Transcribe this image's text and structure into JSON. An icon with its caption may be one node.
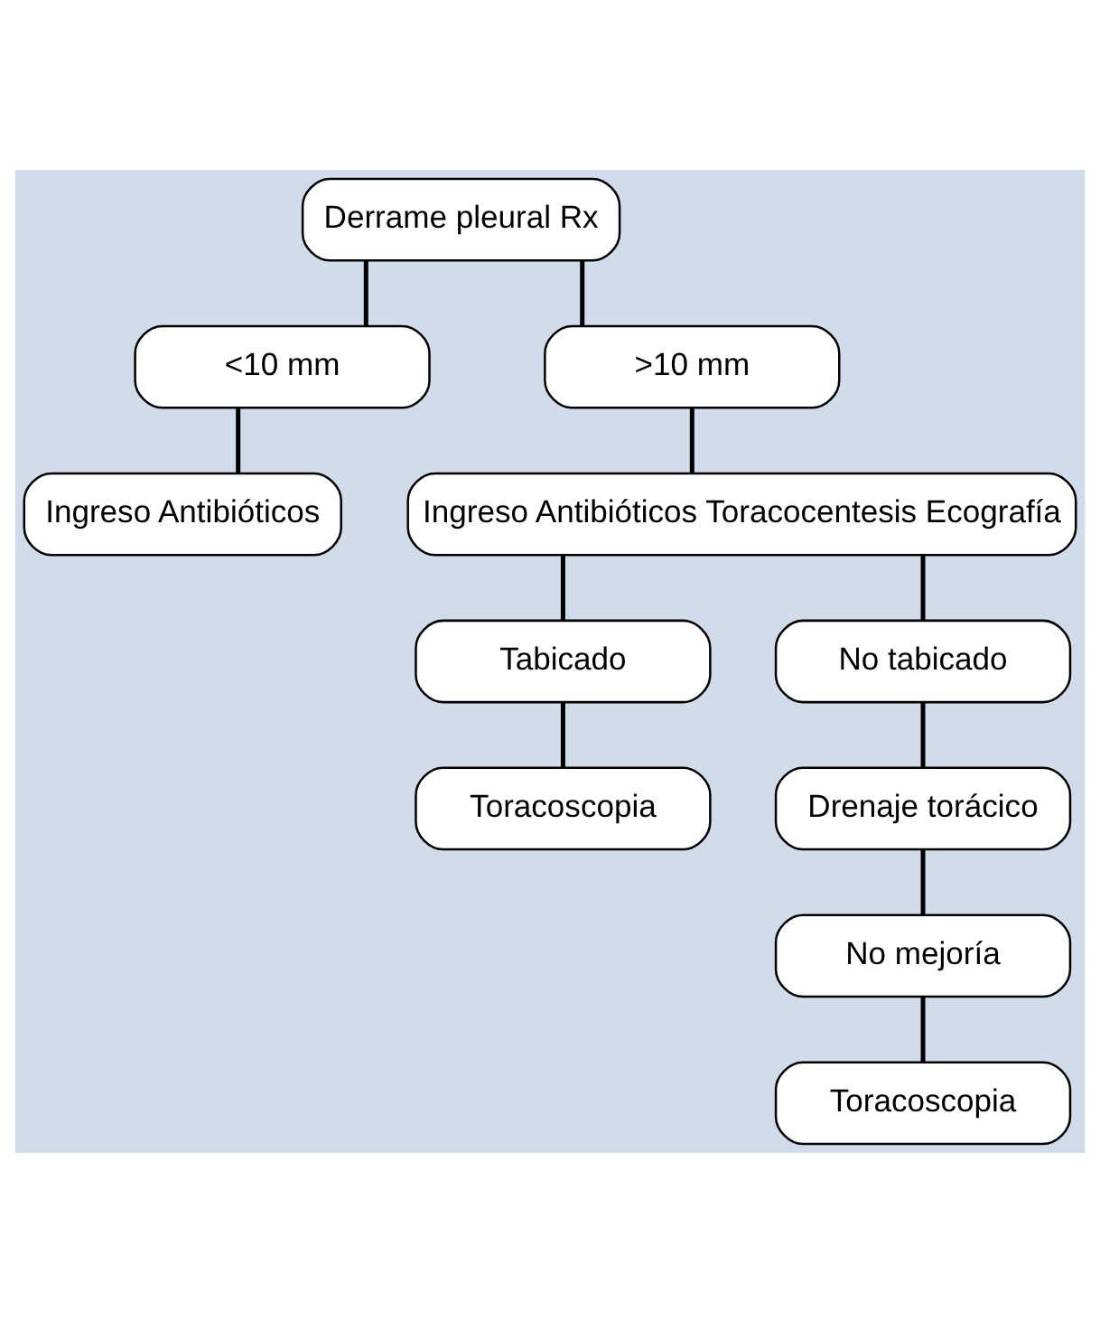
{
  "diagram": {
    "nodes": [
      {
        "text": [
          "Derrame pleural Rx"
        ]
      },
      {
        "text": [
          "<10 mm"
        ]
      },
      {
        "text": [
          ">10 mm"
        ]
      },
      {
        "text": [
          "Ingreso Antibióticos"
        ]
      },
      {
        "text": [
          "Ingreso Antibióticos Toracocentesis Ecografía"
        ]
      },
      {
        "text": [
          "Tabicado"
        ]
      },
      {
        "text": [
          "No tabicado"
        ]
      },
      {
        "text": [
          "Toracoscopia"
        ]
      },
      {
        "text": [
          "Drenaje torácico"
        ]
      },
      {
        "text": [
          "No mejoría"
        ]
      },
      {
        "text": [
          "Toracoscopia"
        ]
      }
    ],
    "edges": [
      {
        "from": 0,
        "to": 1,
        "arrow": "none"
      },
      {
        "from": 0,
        "to": 2,
        "arrow": "none"
      },
      {
        "from": 1,
        "to": 3,
        "arrow": "none"
      },
      {
        "from": 2,
        "to": 4,
        "arrow": "none"
      },
      {
        "from": 4,
        "to": 5,
        "arrow": "none"
      },
      {
        "from": 4,
        "to": 6,
        "arrow": "none"
      },
      {
        "from": 5,
        "to": 7,
        "arrow": "none"
      },
      {
        "from": 6,
        "to": 8,
        "arrow": "none"
      },
      {
        "from": 8,
        "to": 9,
        "arrow": "none"
      },
      {
        "from": 9,
        "to": 10,
        "arrow": "none"
      }
    ]
  }
}
